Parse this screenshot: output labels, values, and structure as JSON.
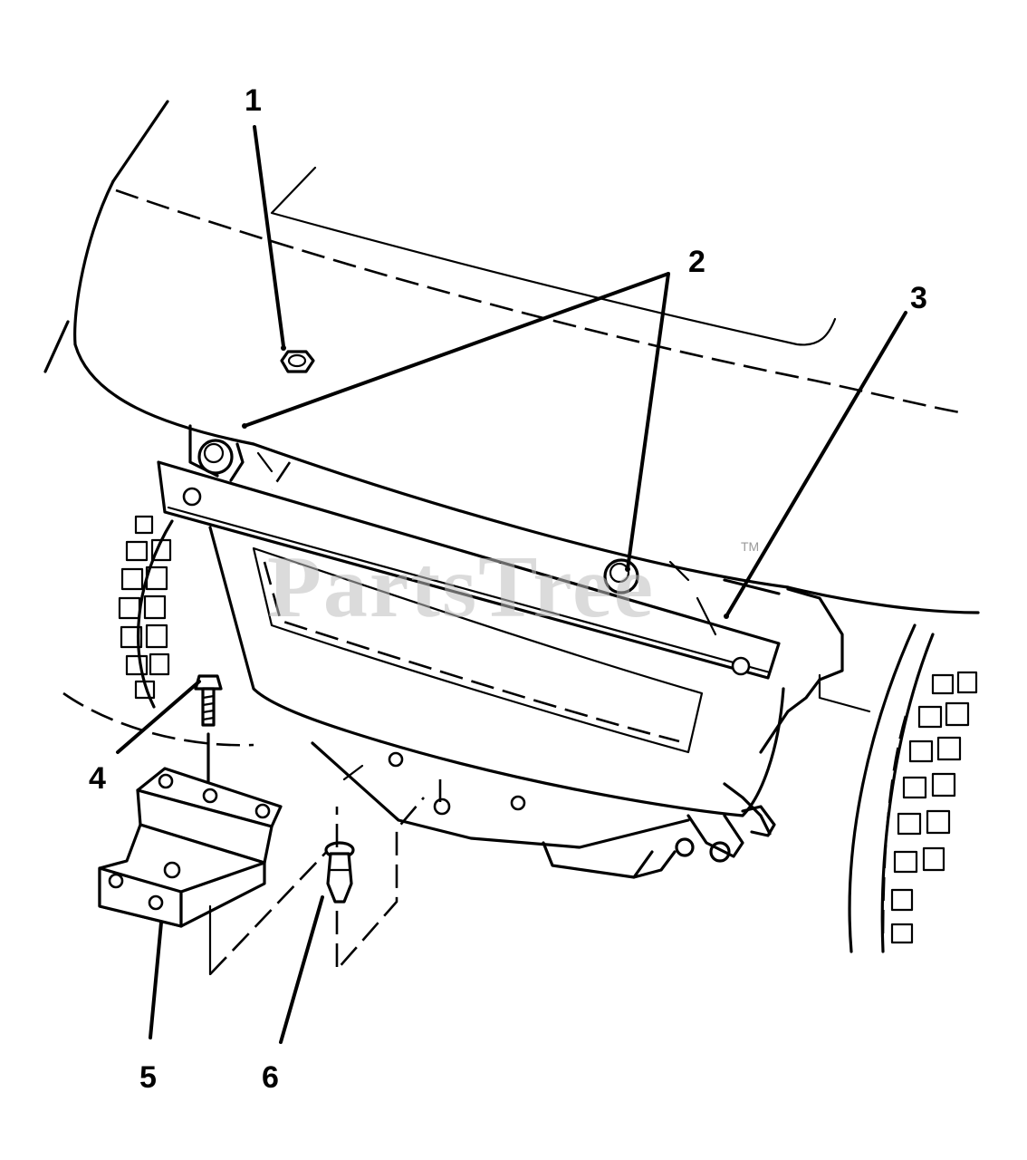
{
  "watermark": {
    "text": "PartsTree",
    "mark": "TM"
  },
  "callouts": [
    "1",
    "2",
    "3",
    "4",
    "5",
    "6"
  ],
  "colors": {
    "line": "#000000",
    "background": "#ffffff",
    "watermark": "#bdbdbd"
  }
}
